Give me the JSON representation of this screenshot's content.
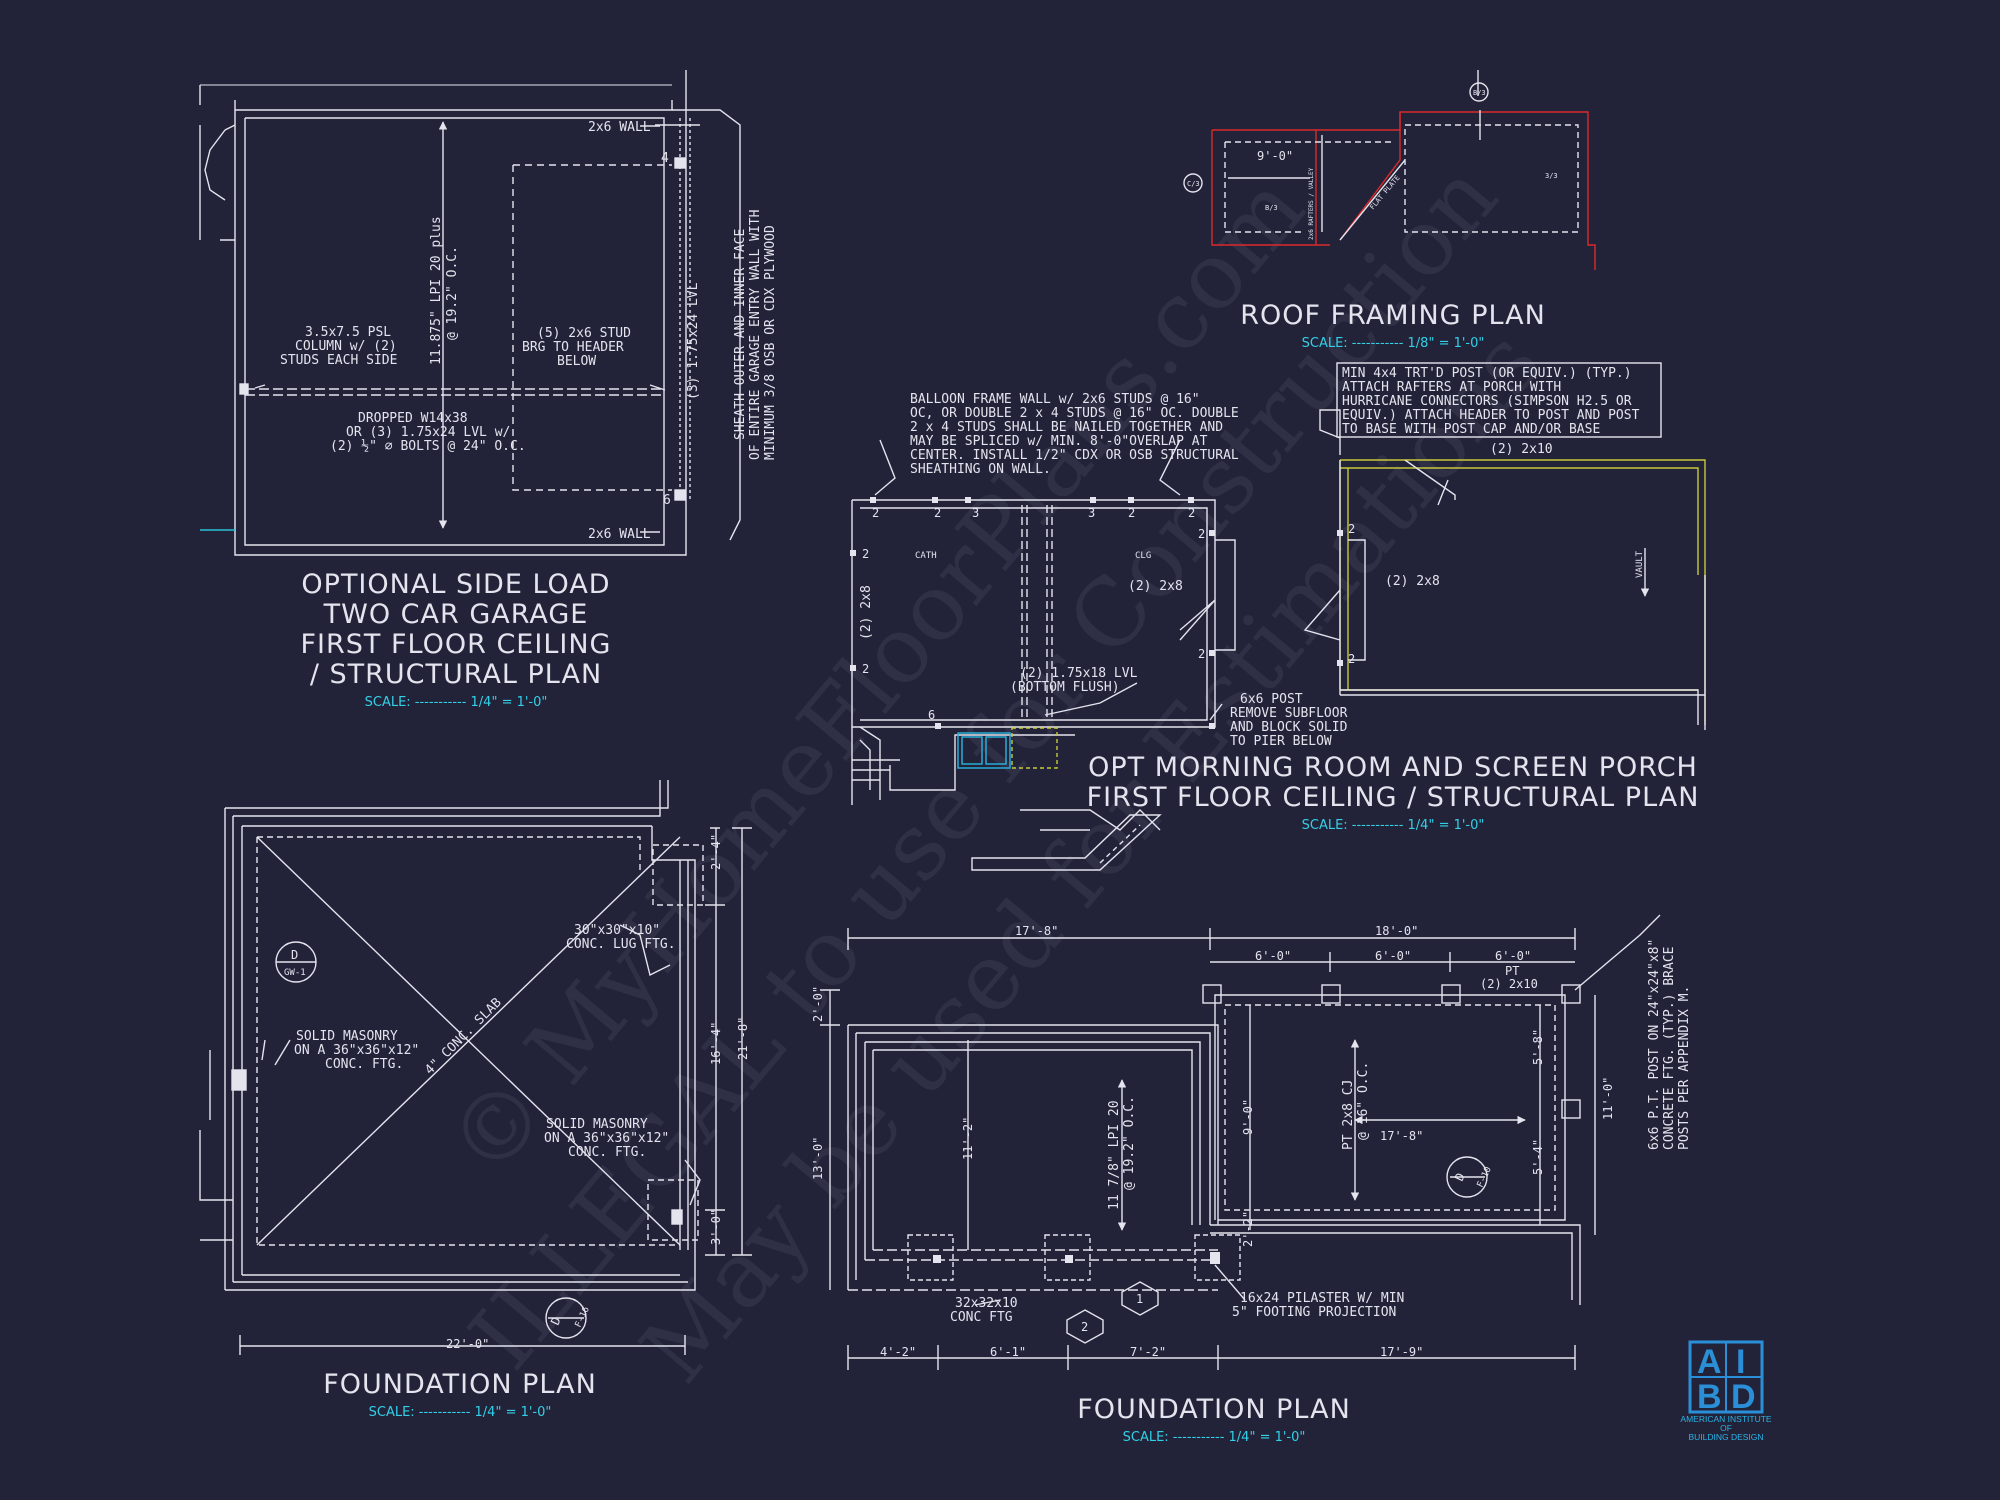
{
  "watermark": {
    "line1": "© MyHomeFloorPlans.com",
    "line2": "ILLEGAL to use for Construction",
    "line3": "May be used for Estimations"
  },
  "colors": {
    "background": "#222339",
    "linework": "#e4e4ee",
    "scale_text": "#33d0e8",
    "roof_outline": "#d82a2a",
    "porch_wall": "#c8c83a",
    "sink": "#29b6e0",
    "logo": "#2a8fd6"
  },
  "garage": {
    "title_lines": [
      "OPTIONAL SIDE LOAD",
      "TWO CAR GARAGE",
      "FIRST FLOOR CEILING",
      "/ STRUCTURAL PLAN"
    ],
    "scale": "SCALE: ----------- 1/4\" = 1'-0\"",
    "wall_top": "2x6 WALL",
    "wall_bottom": "2x6 WALL",
    "n4": "4",
    "n6": "6",
    "joist": "11.875\" LPI 20 plus",
    "joist_spacing": "@ 19.2\" O.C.",
    "lvl": "(3) 1.75x24 LVL",
    "psl": [
      "3.5x7.5 PSL",
      "COLUMN w/ (2)",
      "STUDS EACH SIDE"
    ],
    "stud": [
      "(5) 2x6 STUD",
      "BRG TO HEADER",
      "BELOW"
    ],
    "dropped": [
      "DROPPED W14x38",
      "OR (3) 1.75x24 LVL w/",
      "(2) ½\" ⌀ BOLTS @ 24\" O.C."
    ],
    "sheath": [
      "SHEATH OUTER AND INNER FACE",
      "OF ENTIRE GARAGE ENTRY WALL WITH",
      "MINIMUM 3/8 OSB OR CDX PLYWOOD"
    ]
  },
  "roof": {
    "title": "ROOF FRAMING PLAN",
    "scale": "SCALE: ----------- 1/8\" = 1'-0\"",
    "dim": "9'-0\"",
    "valley": "2x6 RAFTERS / VALLEY",
    "flat": "FLAT PLATE",
    "c_mark": "C/3",
    "b_mark": "B/3",
    "top_mark": "B/3",
    "s_mark": "3/3"
  },
  "morning": {
    "title_lines": [
      "OPT MORNING ROOM AND SCREEN PORCH",
      "FIRST FLOOR CEILING / STRUCTURAL PLAN"
    ],
    "scale": "SCALE: ----------- 1/4\" = 1'-0\"",
    "balloon": [
      "BALLOON FRAME WALL w/ 2x6 STUDS @ 16\"",
      "OC, OR DOUBLE 2 x 4 STUDS @ 16\" OC. DOUBLE",
      "2 x 4 STUDS SHALL BE NAILED TOGETHER AND",
      "MAY BE SPLICED w/ MIN. 8'-0\"OVERLAP AT",
      "CENTER. INSTALL 1/2\" CDX OR OSB STRUCTURAL",
      "SHEATHING ON WALL."
    ],
    "post": [
      "MIN 4x4 TRT'D POST (OR EQUIV.) (TYP.)",
      "ATTACH RAFTERS AT PORCH WITH",
      "HURRICANE CONNECTORS (SIMPSON H2.5 OR",
      "EQUIV.) ATTACH HEADER TO POST AND POST",
      "TO BASE WITH POST CAP AND/OR BASE"
    ],
    "cath": "CATH",
    "clg": "CLG",
    "h1": "(2) 2x8",
    "h2": "(2) 2x8",
    "h3": "(2) 2x8",
    "top_header": "(2) 2x10",
    "lvl": [
      "(2) 1.75x18 LVL",
      "(BOTTOM FLUSH)"
    ],
    "post6": [
      "6x6 POST",
      "REMOVE SUBFLOOR",
      "AND BLOCK SOLID",
      "TO PIER BELOW"
    ],
    "vault": "VAULT",
    "two": "2",
    "three": "3",
    "six": "6"
  },
  "foundation_left": {
    "title": "FOUNDATION PLAN",
    "scale": "SCALE: ----------- 1/4\" = 1'-0\"",
    "lug": [
      "30\"x30\"x10\"",
      "CONC. LUG FTG."
    ],
    "mas1": [
      "SOLID MASONRY",
      "ON A 36\"x36\"x12\"",
      "CONC. FTG."
    ],
    "mas2": [
      "SOLID MASONRY",
      "ON A 36\"x36\"x12\"",
      "CONC. FTG."
    ],
    "slab": "4\" CONC. SLAB",
    "dim_bottom": "22'-0\"",
    "dim_right": "21'-8\"",
    "dim_r1": "2'-4\"",
    "dim_r2": "16'-4\"",
    "dim_r3": "3'-0\"",
    "tag_top": "D",
    "tag_top_sub": "GW-1",
    "tag_bot": "D",
    "tag_bot_sub": "F-16"
  },
  "foundation_right": {
    "title": "FOUNDATION PLAN",
    "scale": "SCALE: ----------- 1/4\" = 1'-0\"",
    "dim_top_left": "17'-8\"",
    "dim_top_right": "18'-0\"",
    "dim_bays": [
      "6'-0\"",
      "6'-0\"",
      "6'-0\""
    ],
    "pt": "PT",
    "pt_header": "(2) 2x10",
    "joist_v": [
      "11 7/8\" LPI 20",
      "@ 19.2\" O.C."
    ],
    "pt_cj": [
      "PT 2x8 CJ",
      "@ 16\" O.C."
    ],
    "dim_17": "17'-8\"",
    "dim_left": "13'-0\"",
    "dim_left_top": "2'-0\"",
    "dim_inner": "11'-2\"",
    "dim_9": "9'-0\"",
    "dim_22": "2'-2\"",
    "dim_58": "5'-8\"",
    "dim_54": "5'-4\"",
    "dim_11": "11'-0\"",
    "dim_bottom": [
      "4'-2\"",
      "6'-1\"",
      "7'-2\"",
      "17'-9\""
    ],
    "conc": [
      "32x32x10",
      "CONC FTG"
    ],
    "pilaster": [
      "16x24 PILASTER W/ MIN",
      "5\" FOOTING PROJECTION"
    ],
    "post_note": [
      "6x6 P.T. POST ON 24\"x24\"x8\"",
      "CONCRETE FTG. (TYP.) BRACE",
      "POSTS PER APPENDIX M."
    ],
    "tag1": "1",
    "tag2": "2",
    "tag_d": "D",
    "tag_d_sub": "F-10"
  },
  "logo": {
    "a": "A",
    "i": "I",
    "b": "B",
    "d": "D",
    "name": [
      "AMERICAN INSTITUTE",
      "OF",
      "BUILDING DESIGN"
    ]
  }
}
